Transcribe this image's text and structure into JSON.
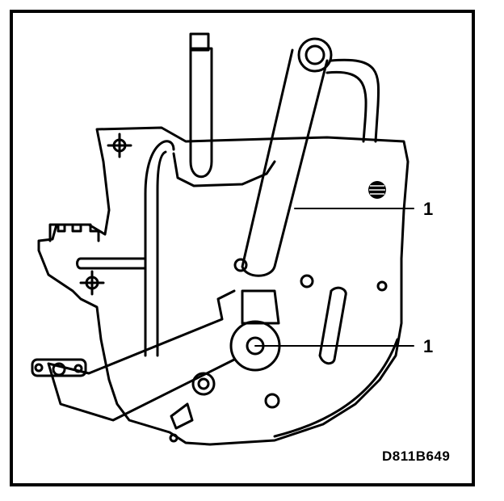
{
  "callouts": [
    {
      "label": "1"
    },
    {
      "label": "1"
    }
  ],
  "figure_code": "D811B649",
  "colors": {
    "ink": "#000000",
    "paper": "#ffffff"
  }
}
